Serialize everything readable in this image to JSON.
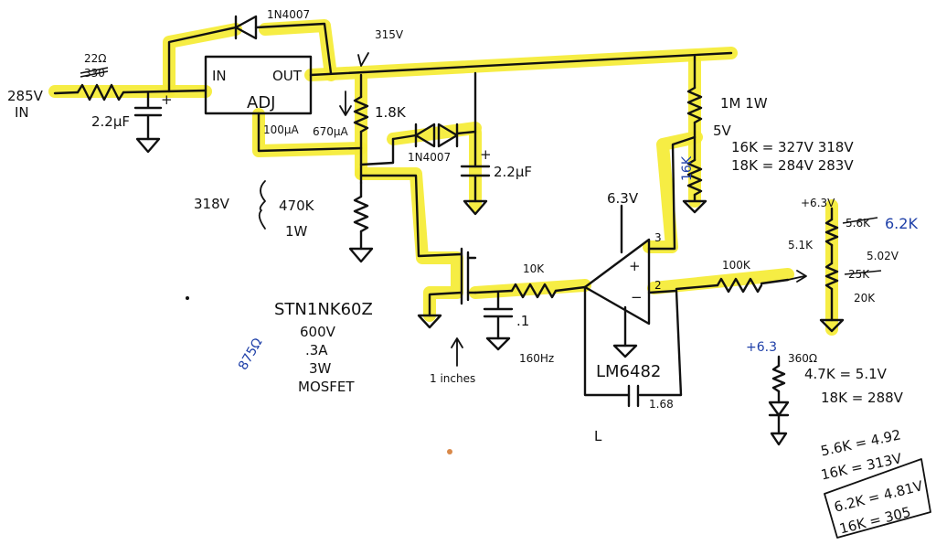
{
  "labels": {
    "input_voltage": "285V",
    "input_label": "IN",
    "input_resistor": "22Ω",
    "input_resistor_old": "330",
    "input_cap": "2.2µF",
    "bypass_diode": "1N4007",
    "regulator_in": "IN",
    "regulator_out": "OUT",
    "regulator_name": "ADJ",
    "regulator_current": "100µA",
    "output_voltage": "315V",
    "current_arrow_label": "670µA",
    "set_resistor": "1.8K",
    "protect_diode": "1N4007",
    "output_cap": "2.2µF",
    "divider_voltage": "318V",
    "divider_resistor": "470K",
    "divider_power": "1W",
    "top_resistor": "1M 1W",
    "five_volt": "5V",
    "res_calc_1": "16K = 327V 318V",
    "res_calc_2": "18K = 284V 283V",
    "bottom_resistor_blue": "16K",
    "supply_63": "6.3V",
    "opamp_pin3": "3",
    "opamp_pin2": "2",
    "opamp_plus": "+",
    "opamp_minus": "−",
    "filter_resistor": "10K",
    "filter_cap": ".1",
    "filter_freq": "160Hz",
    "opamp_name": "LM6482",
    "feedback_cap": "1.68",
    "mosfet_name": "STN1NK60Z",
    "mosfet_specs": [
      "600V",
      ".3A",
      "3W",
      "MOSFET"
    ],
    "blue_note": "875Ω",
    "inches_note": "1 inches",
    "ref_res": "100K",
    "ref_supply": "+6.3V",
    "ref_r1": "5.6K",
    "ref_r1_new": "6.2K",
    "ref_mid": "5.1K",
    "ref_mid_v": "5.02V",
    "ref_r2": "20K",
    "ref_r2_old": "25K",
    "zener_supply": "+6.3",
    "zener_res": "360Ω",
    "zener_calc_1": "4.7K = 5.1V",
    "zener_calc_2": "18K = 288V",
    "box_note_1": "5.6K = 4.92",
    "box_note_2": "16K = 313V",
    "box_note_3": "6.2K = 4.81V",
    "box_note_4": "16K = 305",
    "small_l": "L"
  }
}
